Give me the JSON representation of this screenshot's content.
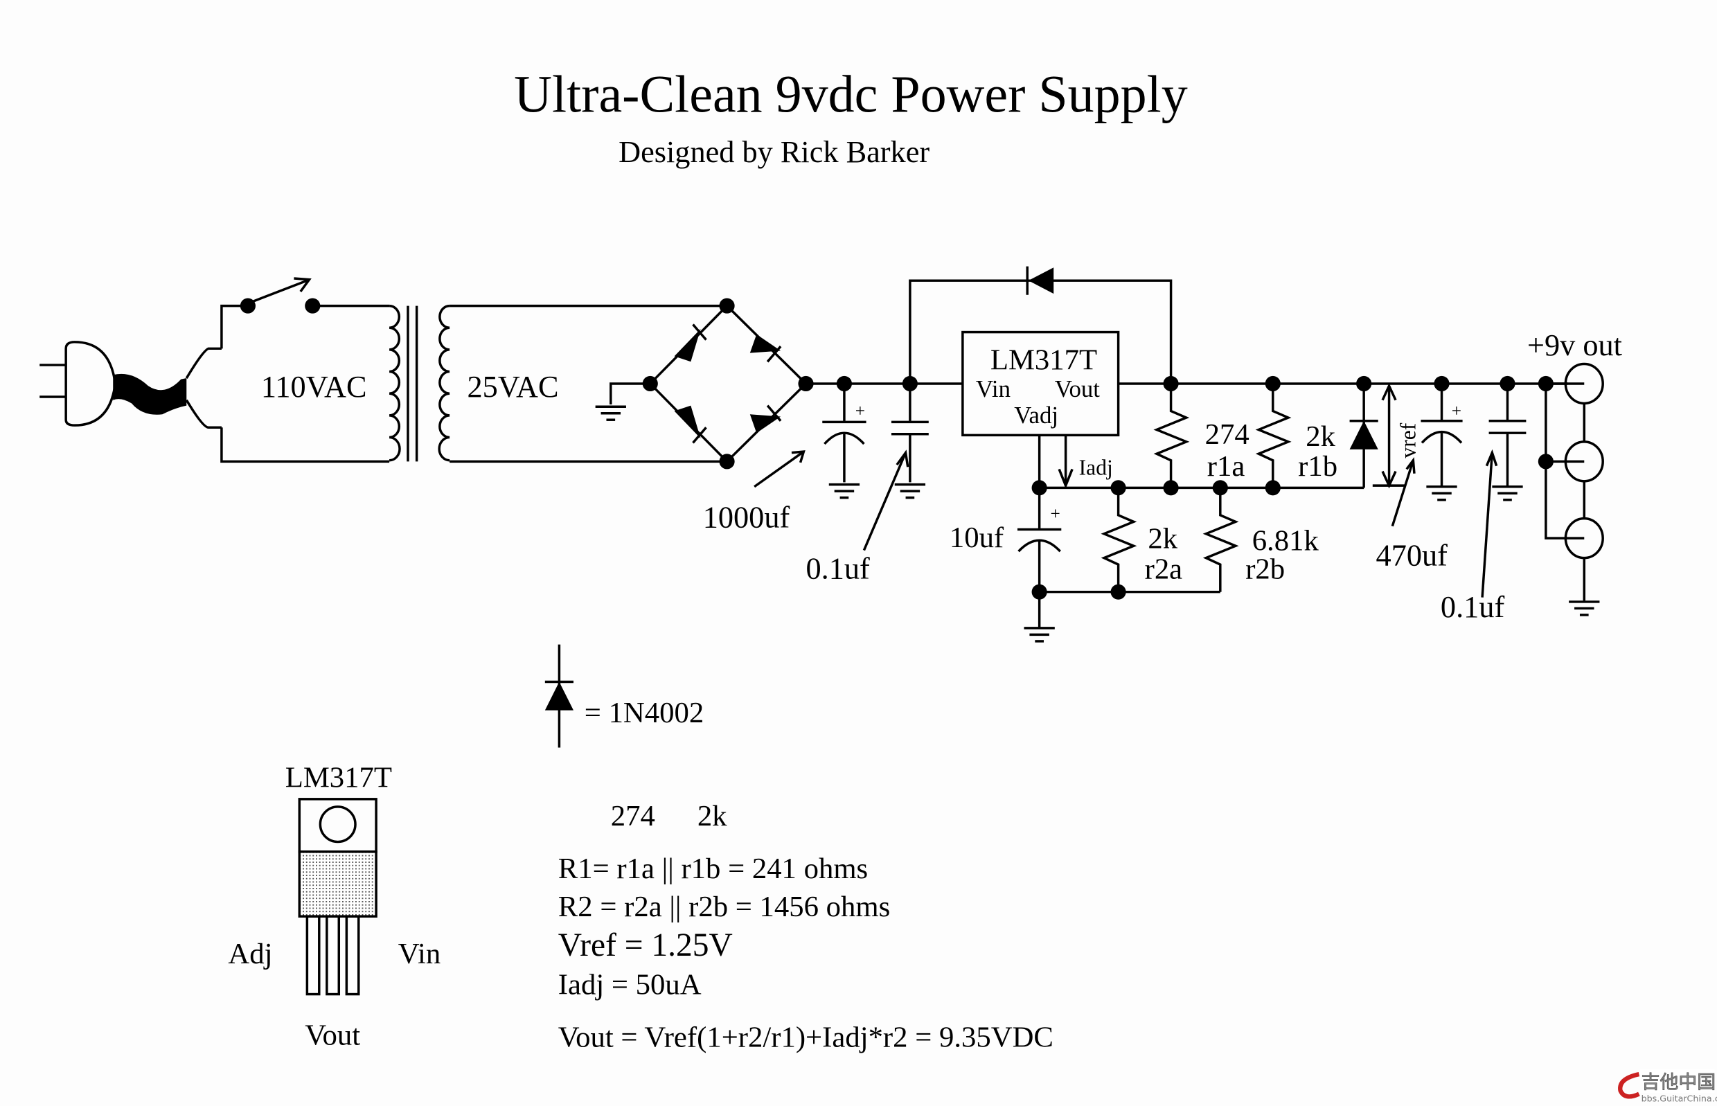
{
  "title": "Ultra-Clean 9vdc Power Supply",
  "subtitle": "Designed by Rick Barker",
  "schematic": {
    "primary_voltage": "110VAC",
    "secondary_voltage": "25VAC",
    "regulator": {
      "name": "LM317T",
      "pin_vin": "Vin",
      "pin_vout": "Vout",
      "pin_vadj": "Vadj"
    },
    "iadj_label": "Iadj",
    "vref_label": "vref",
    "output_label": "+9v out",
    "components": {
      "c_input_bulk": "1000uf",
      "c_input_bypass": "0.1uf",
      "c_adj": "10uf",
      "r1a": {
        "value": "274",
        "name": "r1a"
      },
      "r1b": {
        "value": "2k",
        "name": "r1b"
      },
      "r2a": {
        "value": "2k",
        "name": "r2a"
      },
      "r2b": {
        "value": "6.81k",
        "name": "r2b"
      },
      "c_output_bulk": "470uf",
      "c_output_bypass": "0.1uf"
    },
    "plus_sign": "+"
  },
  "legend": {
    "diode_label": "= 1N4002"
  },
  "package": {
    "name": "LM317T",
    "pin_adj": "Adj",
    "pin_vin": "Vin",
    "pin_vout": "Vout"
  },
  "notes": {
    "header_r1a": "274",
    "header_r1b": "2k",
    "line_r1": "R1= r1a || r1b = 241 ohms",
    "line_r2": "R2 = r2a || r2b = 1456 ohms",
    "line_vref": "Vref = 1.25V",
    "line_iadj": "Iadj = 50uA",
    "line_vout": "Vout = Vref(1+r2/r1)+Iadj*r2 = 9.35VDC"
  },
  "watermark": {
    "cn": "吉他中国",
    "url": "bbs.GuitarChina.com",
    "color": "#cc2222"
  }
}
